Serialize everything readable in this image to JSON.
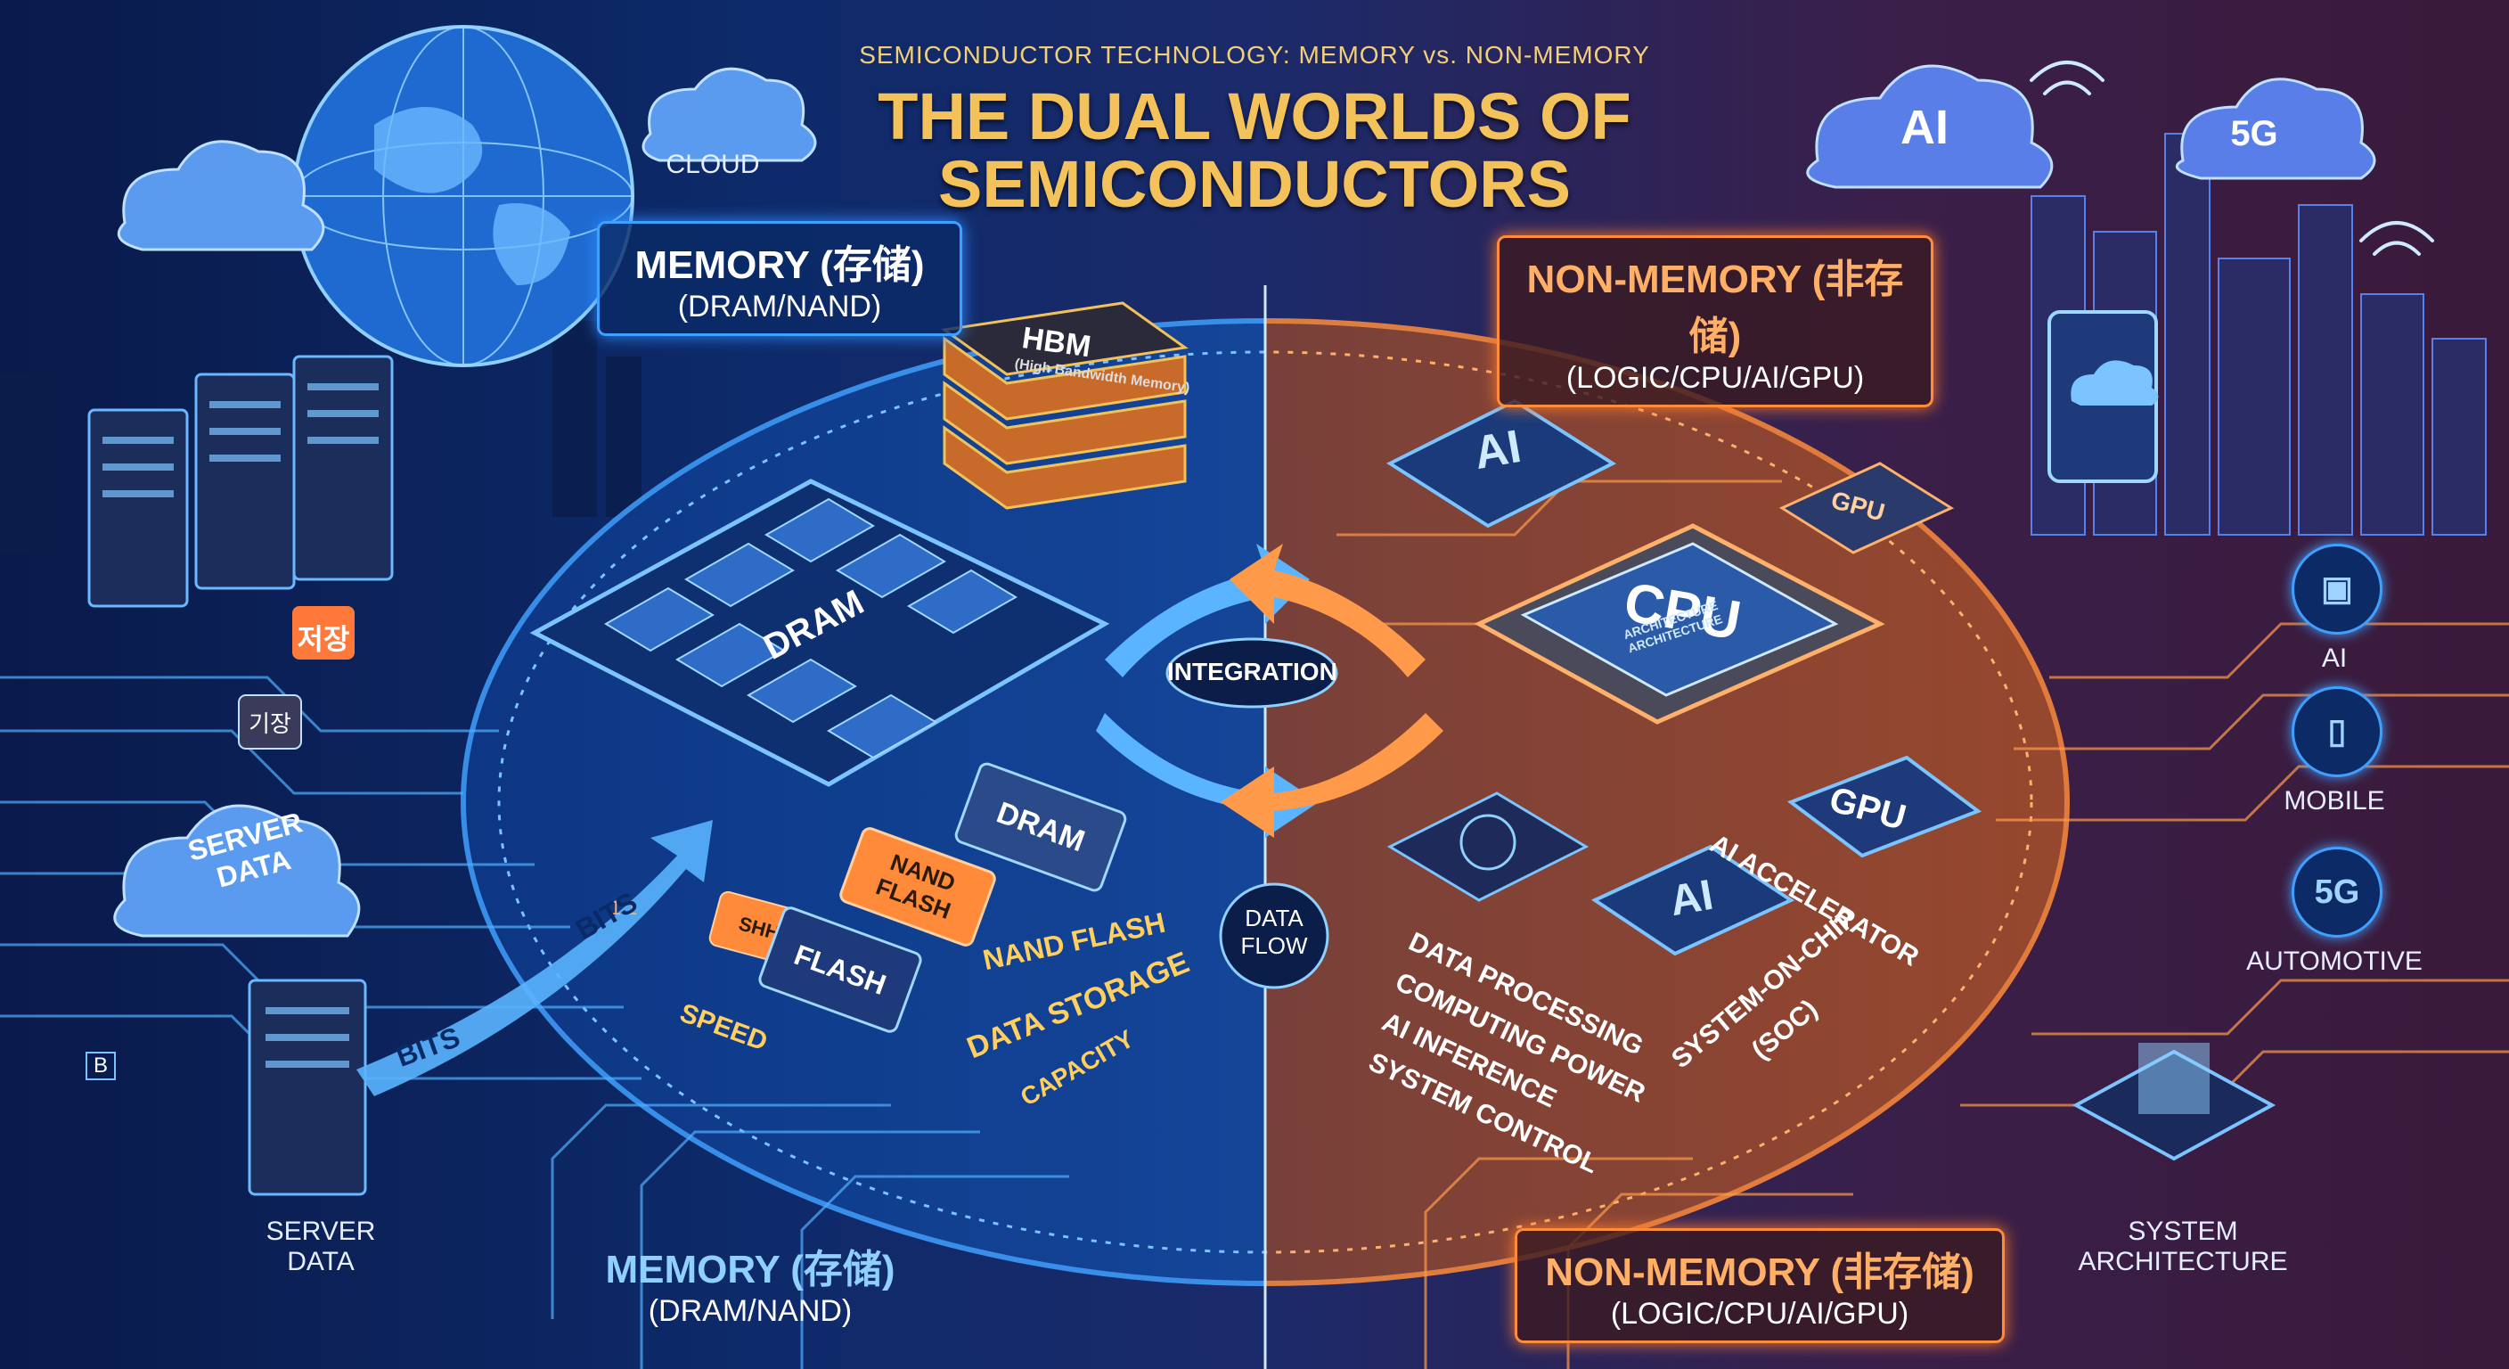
{
  "header": {
    "subtitle": "SEMICONDUCTOR TECHNOLOGY: MEMORY vs. NON-MEMORY",
    "title_line1": "THE DUAL WORLDS OF",
    "title_line2": "SEMICONDUCTORS"
  },
  "memory": {
    "top_title": "MEMORY (存储)",
    "top_subtitle": "(DRAM/NAND)",
    "bottom_title": "MEMORY (存储)",
    "bottom_subtitle": "(DRAM/NAND)",
    "chips": {
      "hbm": "HBM",
      "hbm_sub": "(High Bandwidth Memory)",
      "dram_main": "DRAM",
      "dram_small": "DRAM",
      "nand_flash_chip": "NAND FLASH",
      "flash": "FLASH",
      "small_chip": "SHH"
    },
    "labels": {
      "nand_flash": "NAND FLASH",
      "data_storage": "DATA STORAGE",
      "capacity": "CAPACITY",
      "speed": "SPEED",
      "bits_arrow_1": "BITS",
      "bits_arrow_2": "BITS"
    }
  },
  "non_memory": {
    "top_title": "NON-MEMORY (非存储)",
    "top_subtitle": "(LOGIC/CPU/AI/GPU)",
    "bottom_title": "NON-MEMORY (非存储)",
    "bottom_subtitle": "(LOGIC/CPU/AI/GPU)",
    "chips": {
      "ai_top": "AI",
      "gpu_top": "GPU",
      "cpu": "CPU",
      "cpu_sub": "ARCHITECTURE ARCHITECTURE",
      "gpu_right": "GPU",
      "ai_bottom": "AI"
    },
    "labels": {
      "data_processing": "DATA PROCESSING",
      "computing_power": "COMPUTING POWER",
      "ai_inference": "AI INFERENCE",
      "system_control": "SYSTEM CONTROL",
      "ai_accelerator": "AI ACCELERATOR",
      "soc_line1": "SYSTEM-ON-CHIP",
      "soc_line2": "(SOC)"
    }
  },
  "center": {
    "integration": "INTEGRATION",
    "data_flow_1": "DATA",
    "data_flow_2": "FLOW"
  },
  "left_side": {
    "cloud": "CLOUD",
    "server_cloud_1": "SERVER",
    "server_cloud_2": "DATA",
    "server_data_1": "SERVER",
    "server_data_2": "DATA",
    "tag_korean_1": "저장",
    "tag_korean_2": "기장",
    "tag_small": "B",
    "tag_small_2": "1 1"
  },
  "right_side": {
    "cloud_ai": "AI",
    "cloud_5g": "5G",
    "icons": [
      {
        "glyph": "▣",
        "label": "AI"
      },
      {
        "glyph": "▯",
        "label": "MOBILE"
      },
      {
        "glyph": "5G",
        "label": "AUTOMOTIVE"
      }
    ],
    "system_arch_1": "SYSTEM",
    "system_arch_2": "ARCHITECTURE"
  },
  "colors": {
    "memory_accent": "#3fa0ff",
    "non_memory_accent": "#ff8c3a",
    "title_gold": "#f4c25a"
  }
}
